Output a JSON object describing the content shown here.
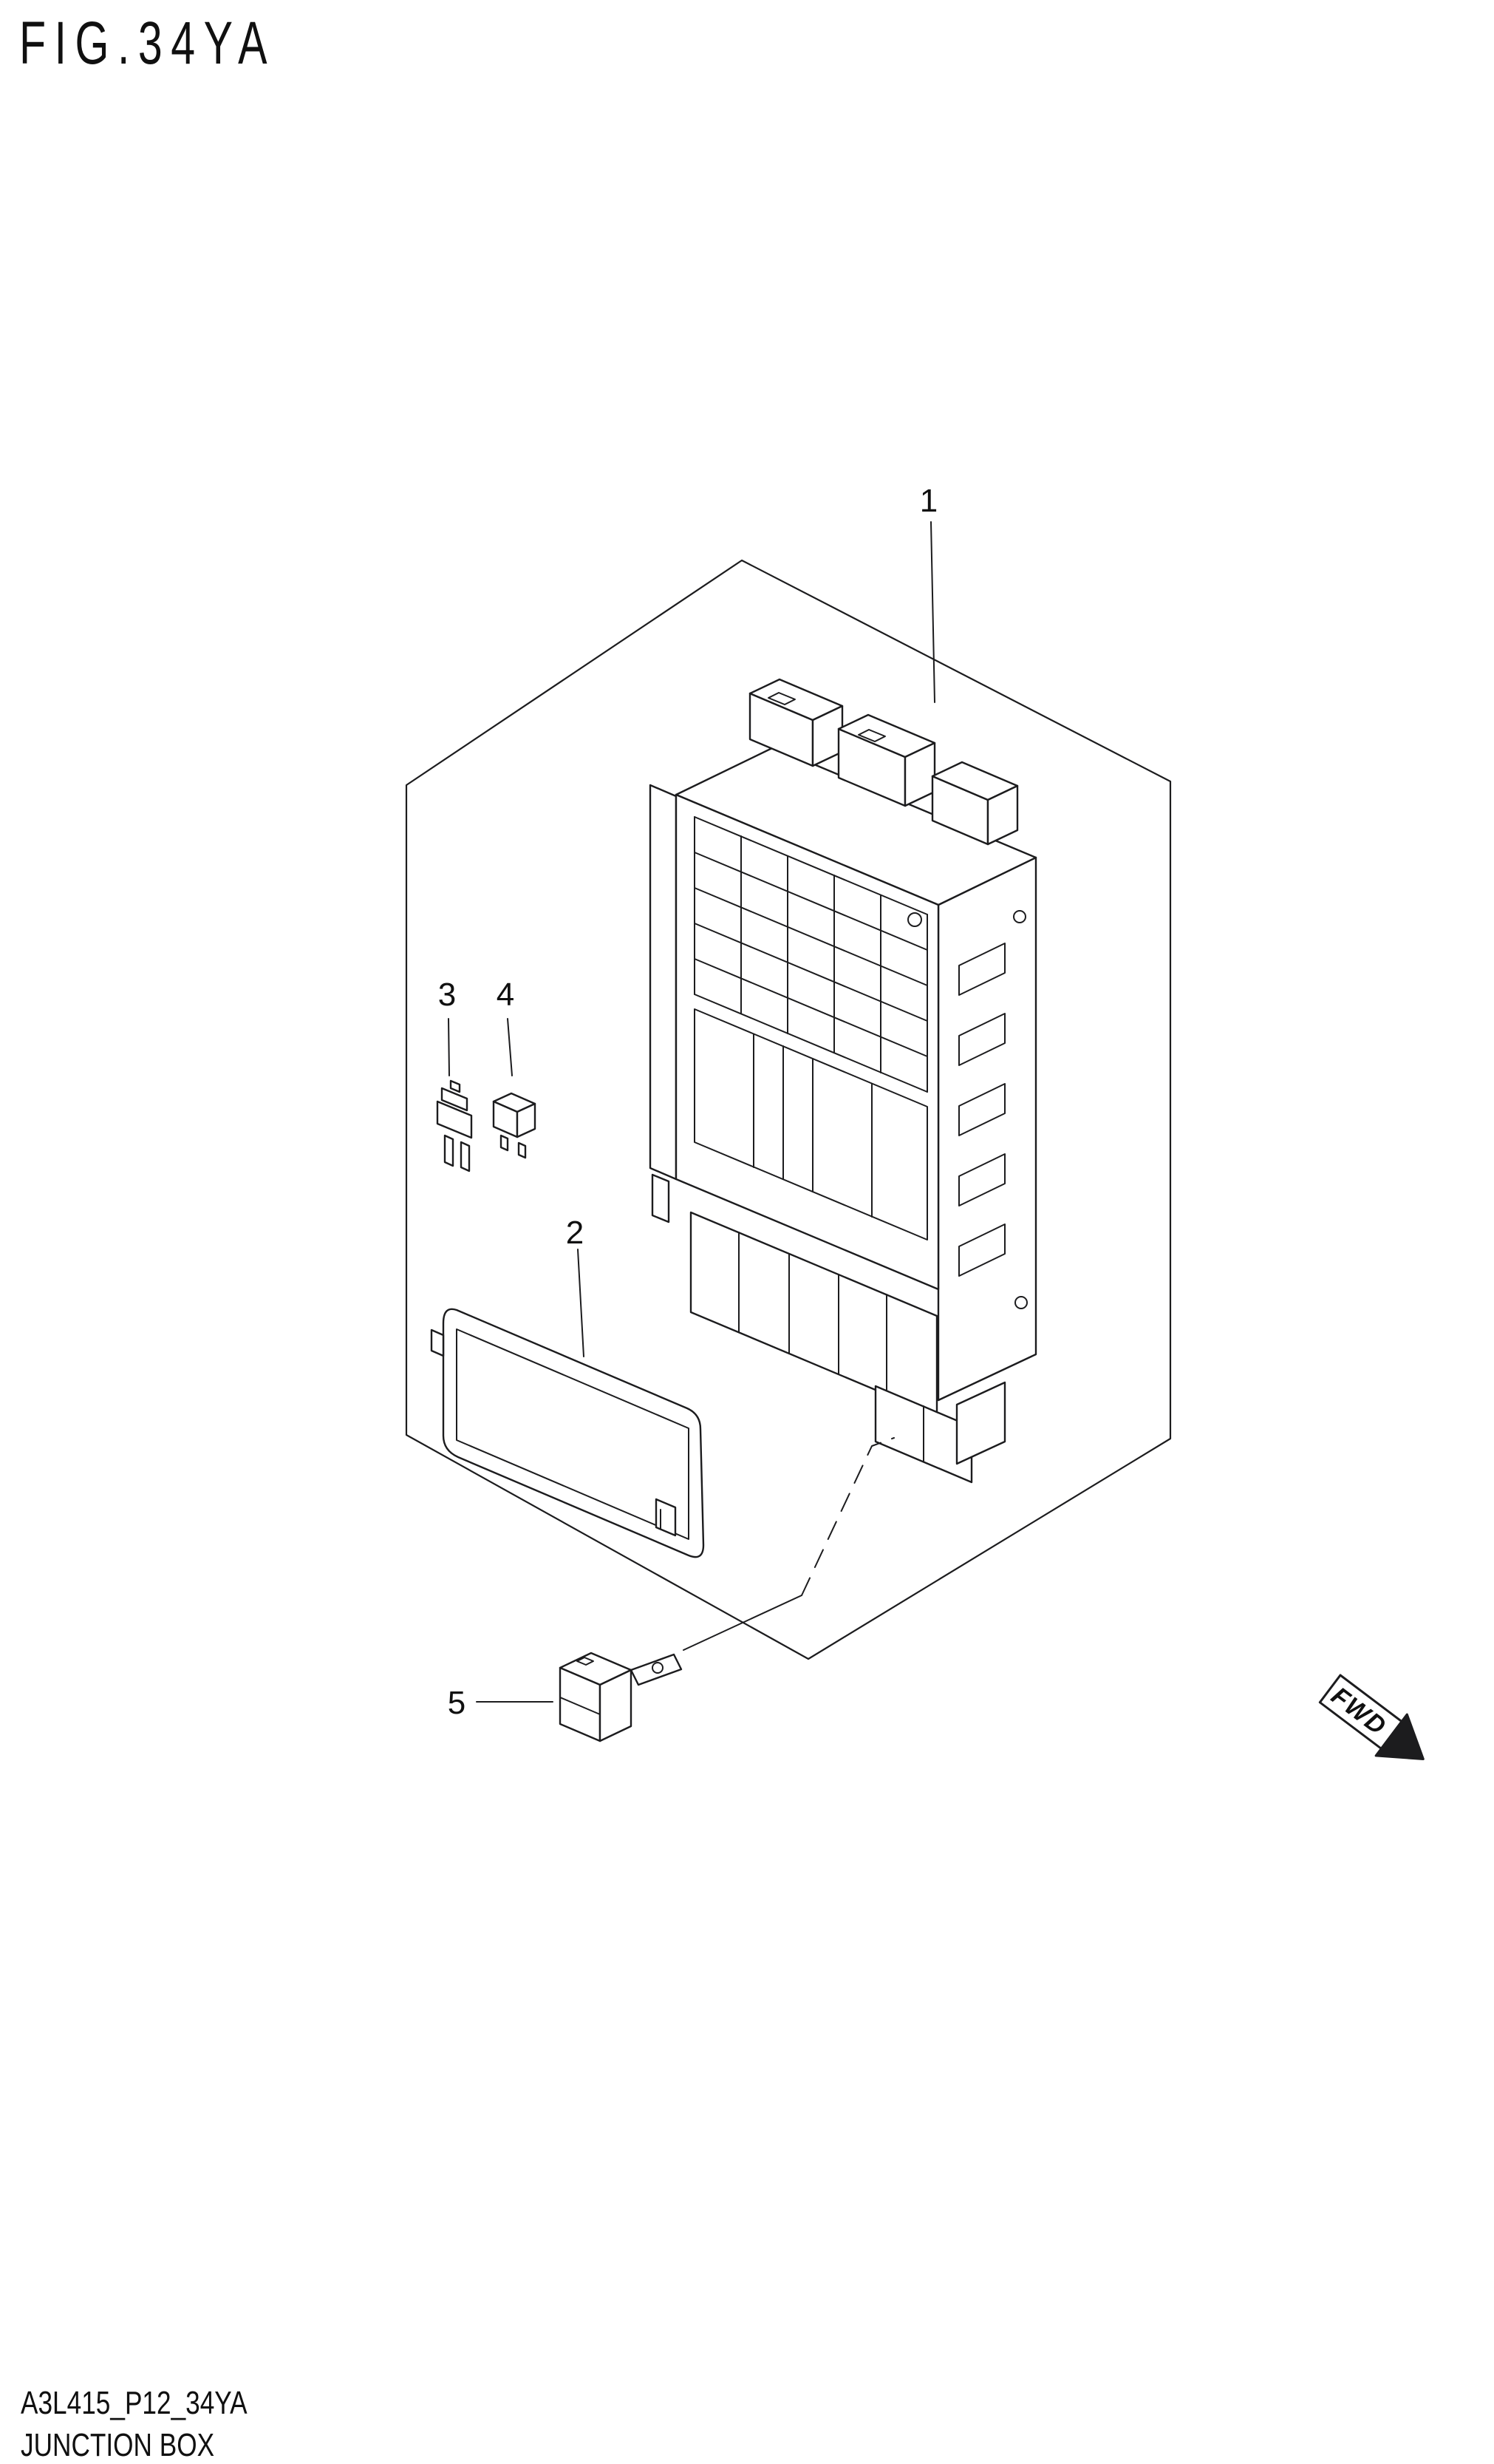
{
  "title": "FIG.34YA",
  "labels": {
    "l1": "1",
    "l2": "2",
    "l3": "3",
    "l4": "4",
    "l5": "5"
  },
  "fwd": "FWD",
  "footer": {
    "code": "A3L415_P12_34YA",
    "name": "JUNCTION BOX"
  }
}
